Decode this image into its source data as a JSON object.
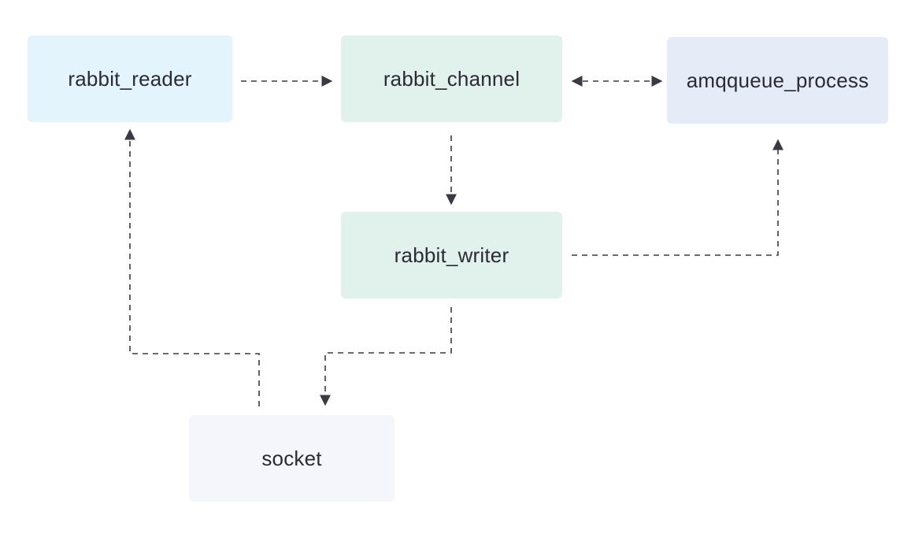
{
  "nodes": {
    "rabbit_reader": {
      "label": "rabbit_reader",
      "fill": "#e3f4fd"
    },
    "rabbit_channel": {
      "label": "rabbit_channel",
      "fill": "#e1f1eb"
    },
    "amqqueue_process": {
      "label": "amqqueue_process",
      "fill": "#e6ebf8"
    },
    "rabbit_writer": {
      "label": "rabbit_writer",
      "fill": "#e1f1eb"
    },
    "socket": {
      "label": "socket",
      "fill": "#f5f6fb"
    }
  },
  "edges": [
    {
      "from": "rabbit_reader",
      "to": "rabbit_channel",
      "style": "dashed",
      "direction": "forward"
    },
    {
      "from": "rabbit_channel",
      "to": "amqqueue_process",
      "style": "dashed",
      "direction": "both"
    },
    {
      "from": "rabbit_channel",
      "to": "rabbit_writer",
      "style": "dashed",
      "direction": "forward"
    },
    {
      "from": "rabbit_writer",
      "to": "amqqueue_process",
      "style": "dashed",
      "direction": "forward"
    },
    {
      "from": "rabbit_writer",
      "to": "socket",
      "style": "dashed",
      "direction": "forward"
    },
    {
      "from": "socket",
      "to": "rabbit_reader",
      "style": "dashed",
      "direction": "forward"
    }
  ],
  "colors": {
    "edge": "#3a3a44",
    "text": "#2b2b33"
  }
}
